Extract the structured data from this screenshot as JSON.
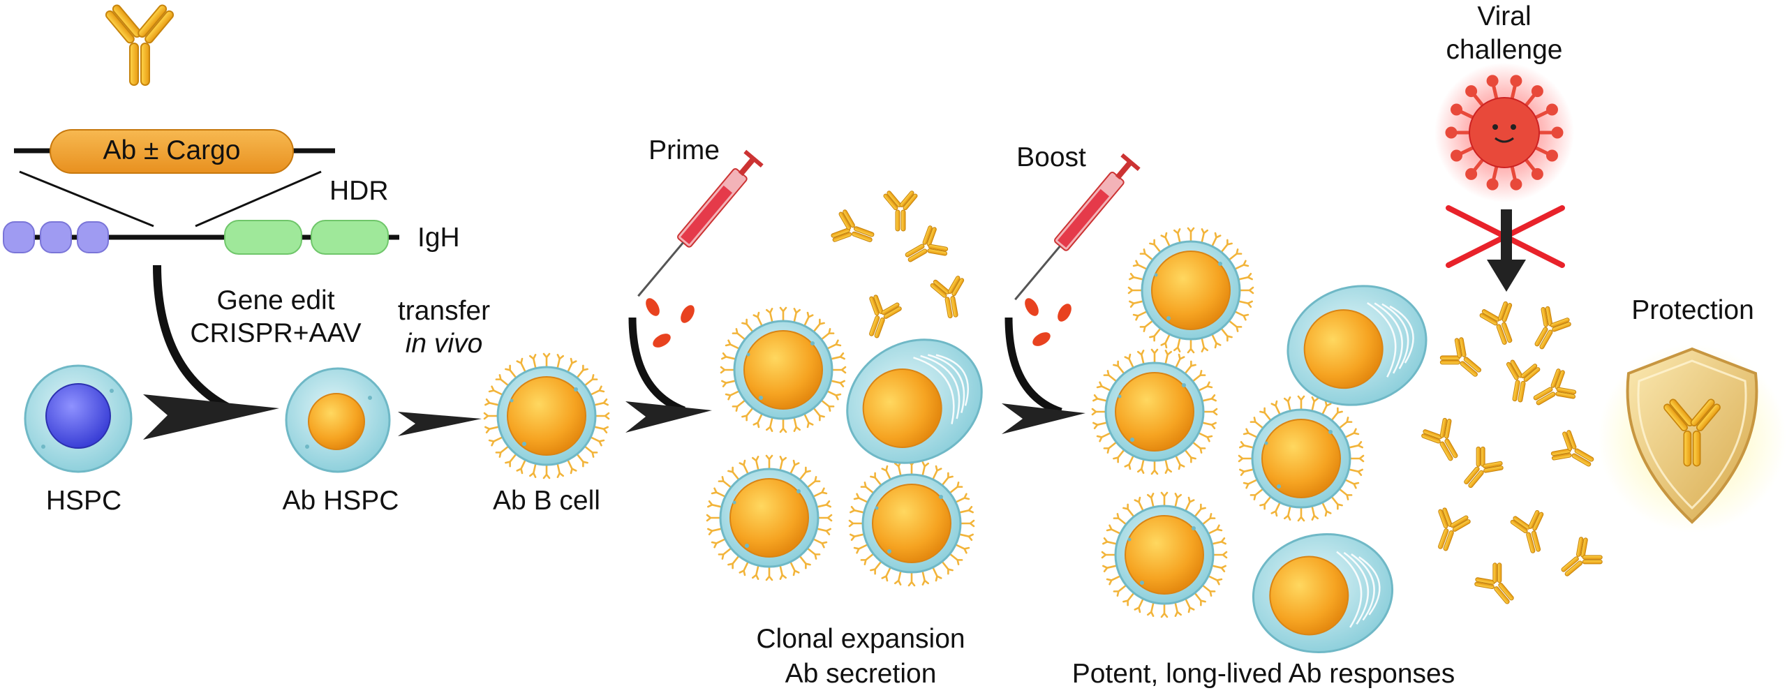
{
  "construct": {
    "cargo_label": "Ab ± Cargo",
    "hdr_label": "HDR",
    "igh_label": "IgH"
  },
  "steps": {
    "gene_edit_line1": "Gene edit",
    "gene_edit_line2": "CRISPR+AAV",
    "transfer_line1": "transfer",
    "transfer_line2": "in vivo",
    "prime": "Prime",
    "boost": "Boost",
    "viral_line1": "Viral",
    "viral_line2": "challenge",
    "protection": "Protection"
  },
  "cells": {
    "hspc": "HSPC",
    "ab_hspc": "Ab HSPC",
    "ab_b_cell": "Ab B cell"
  },
  "captions": {
    "clonal_line1": "Clonal expansion",
    "clonal_line2": "Ab secretion",
    "responses": "Potent, long-lived Ab responses"
  },
  "colors": {
    "antibody": "#f2b43a",
    "cargo": "#f2a53a",
    "nucleus": "#f6a422",
    "cell_membrane": "#bfe6ec",
    "hspc_nucleus": "#4b52e6",
    "purple_exon": "#9f9bf2",
    "green_exon": "#9fe89a",
    "virus": "#e8493a",
    "cross": "#e8222a",
    "syringe": "#e53a4a",
    "shield": "#f3d58a"
  },
  "icons": [
    "antibody-icon",
    "syringe-icon",
    "virus-icon",
    "shield-icon",
    "arrow-icon",
    "cross-icon"
  ]
}
